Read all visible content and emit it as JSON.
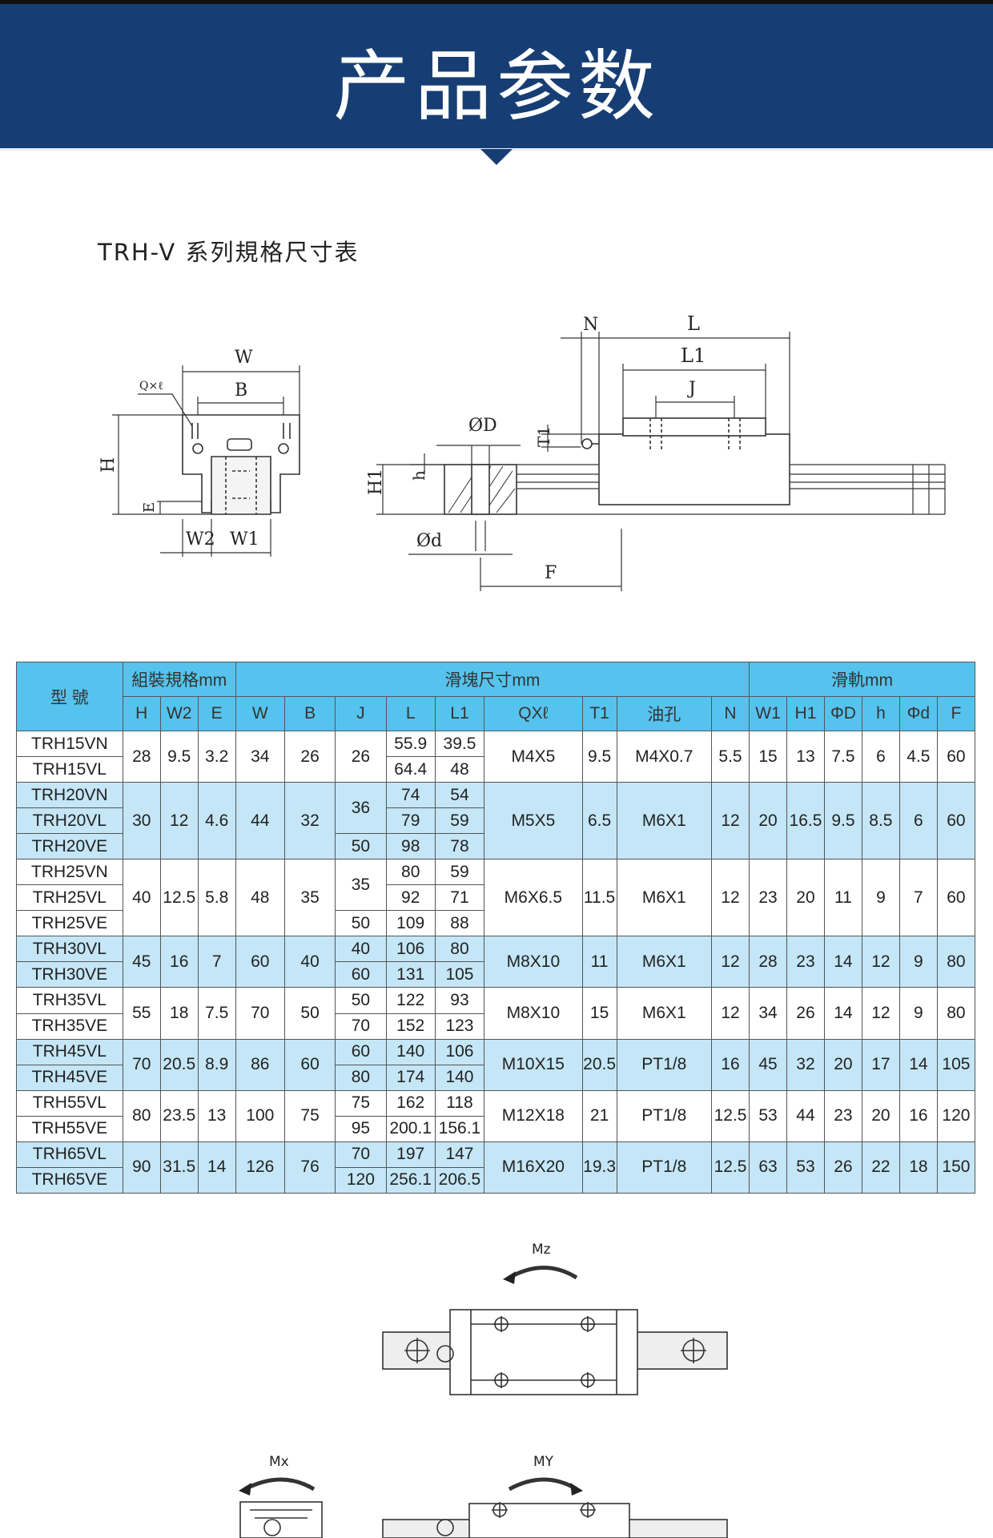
{
  "banner": {
    "title": "产品参数"
  },
  "subtitle": "TRH-V 系列規格尺寸表",
  "drawing": {
    "labels": {
      "W": "W",
      "B": "B",
      "QxL": "Q×ℓ",
      "H": "H",
      "E": "E",
      "W2": "W2",
      "W1": "W1",
      "N": "N",
      "L": "L",
      "L1": "L1",
      "J": "J",
      "phiD": "ØD",
      "T1": "T1",
      "h": "h",
      "H1": "H1",
      "phid": "Ød",
      "F": "F"
    }
  },
  "table": {
    "group_headers": {
      "model": "型 號",
      "assembly": "組裝規格mm",
      "block": "滑塊尺寸mm",
      "rail": "滑軌mm"
    },
    "columns": [
      "H",
      "W2",
      "E",
      "W",
      "B",
      "J",
      "L",
      "L1",
      "QXℓ",
      "T1",
      "油孔",
      "N",
      "W1",
      "H1",
      "ΦD",
      "h",
      "Φd",
      "F"
    ],
    "rows": [
      {
        "model": "TRH15VN",
        "H": "28",
        "W2": "9.5",
        "E": "3.2",
        "W": "34",
        "B": "26",
        "J": "26",
        "L": "55.9",
        "L1": "39.5",
        "Q": "M4X5",
        "T1": "9.5",
        "oil": "M4X0.7",
        "N": "5.5",
        "W1": "15",
        "H1": "13",
        "D": "7.5",
        "h": "6",
        "d": "4.5",
        "F": "60"
      },
      {
        "model": "TRH15VL",
        "L": "64.4",
        "L1": "48"
      },
      {
        "model": "TRH20VN",
        "H": "30",
        "W2": "12",
        "E": "4.6",
        "W": "44",
        "B": "32",
        "J": "36",
        "L": "74",
        "L1": "54",
        "Q": "M5X5",
        "T1": "6.5",
        "oil": "M6X1",
        "N": "12",
        "W1": "20",
        "H1": "16.5",
        "D": "9.5",
        "h": "8.5",
        "d": "6",
        "F": "60"
      },
      {
        "model": "TRH20VL",
        "L": "79",
        "L1": "59"
      },
      {
        "model": "TRH20VE",
        "J": "50",
        "L": "98",
        "L1": "78"
      },
      {
        "model": "TRH25VN",
        "H": "40",
        "W2": "12.5",
        "E": "5.8",
        "W": "48",
        "B": "35",
        "J": "35",
        "L": "80",
        "L1": "59",
        "Q": "M6X6.5",
        "T1": "11.5",
        "oil": "M6X1",
        "N": "12",
        "W1": "23",
        "H1": "20",
        "D": "11",
        "h": "9",
        "d": "7",
        "F": "60"
      },
      {
        "model": "TRH25VL",
        "L": "92",
        "L1": "71"
      },
      {
        "model": "TRH25VE",
        "J": "50",
        "L": "109",
        "L1": "88"
      },
      {
        "model": "TRH30VL",
        "H": "45",
        "W2": "16",
        "E": "7",
        "W": "60",
        "B": "40",
        "J": "40",
        "L": "106",
        "L1": "80",
        "Q": "M8X10",
        "T1": "11",
        "oil": "M6X1",
        "N": "12",
        "W1": "28",
        "H1": "23",
        "D": "14",
        "h": "12",
        "d": "9",
        "F": "80"
      },
      {
        "model": "TRH30VE",
        "J": "60",
        "L": "131",
        "L1": "105"
      },
      {
        "model": "TRH35VL",
        "H": "55",
        "W2": "18",
        "E": "7.5",
        "W": "70",
        "B": "50",
        "J": "50",
        "L": "122",
        "L1": "93",
        "Q": "M8X10",
        "T1": "15",
        "oil": "M6X1",
        "N": "12",
        "W1": "34",
        "H1": "26",
        "D": "14",
        "h": "12",
        "d": "9",
        "F": "80"
      },
      {
        "model": "TRH35VE",
        "J": "70",
        "L": "152",
        "L1": "123"
      },
      {
        "model": "TRH45VL",
        "H": "70",
        "W2": "20.5",
        "E": "8.9",
        "W": "86",
        "B": "60",
        "J": "60",
        "L": "140",
        "L1": "106",
        "Q": "M10X15",
        "T1": "20.5",
        "oil": "PT1/8",
        "N": "16",
        "W1": "45",
        "H1": "32",
        "D": "20",
        "h": "17",
        "d": "14",
        "F": "105"
      },
      {
        "model": "TRH45VE",
        "J": "80",
        "L": "174",
        "L1": "140"
      },
      {
        "model": "TRH55VL",
        "H": "80",
        "W2": "23.5",
        "E": "13",
        "W": "100",
        "B": "75",
        "J": "75",
        "L": "162",
        "L1": "118",
        "Q": "M12X18",
        "T1": "21",
        "oil": "PT1/8",
        "N": "12.5",
        "W1": "53",
        "H1": "44",
        "D": "23",
        "h": "20",
        "d": "16",
        "F": "120"
      },
      {
        "model": "TRH55VE",
        "J": "95",
        "L": "200.1",
        "L1": "156.1"
      },
      {
        "model": "TRH65VL",
        "H": "90",
        "W2": "31.5",
        "E": "14",
        "W": "126",
        "B": "76",
        "J": "70",
        "L": "197",
        "L1": "147",
        "Q": "M16X20",
        "T1": "19.3",
        "oil": "PT1/8",
        "N": "12.5",
        "W1": "63",
        "H1": "53",
        "D": "26",
        "h": "22",
        "d": "18",
        "F": "150"
      },
      {
        "model": "TRH65VE",
        "J": "120",
        "L": "256.1",
        "L1": "206.5"
      }
    ]
  },
  "moments": {
    "mz": "Mz",
    "mx": "Mx",
    "my": "MY"
  }
}
